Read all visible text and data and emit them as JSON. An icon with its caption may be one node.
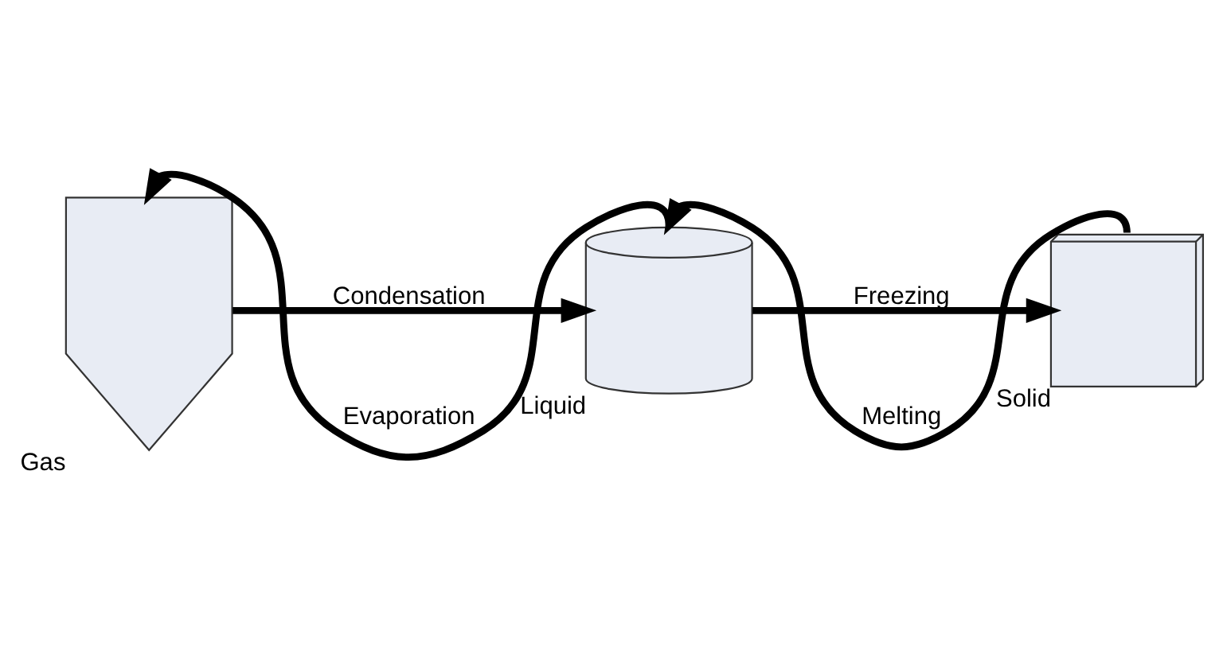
{
  "diagram": {
    "nodes": [
      {
        "text": [],
        "shape": "picture",
        "beside": [
          "Gas"
        ]
      },
      {
        "text": [],
        "shape": "picture",
        "beside": [
          "Liquid"
        ]
      },
      {
        "text": [],
        "shape": "picture",
        "beside": [
          "Solid"
        ]
      }
    ],
    "edges": [
      {
        "from": 1,
        "to": 0,
        "arrow": "to",
        "label": "Evaporation"
      },
      {
        "from": 0,
        "to": 1,
        "arrow": "to",
        "label": "Condensation"
      },
      {
        "from": 2,
        "to": 1,
        "arrow": "to",
        "label": "Melting"
      },
      {
        "from": 1,
        "to": 2,
        "arrow": "to",
        "label": "Freezing"
      }
    ]
  }
}
